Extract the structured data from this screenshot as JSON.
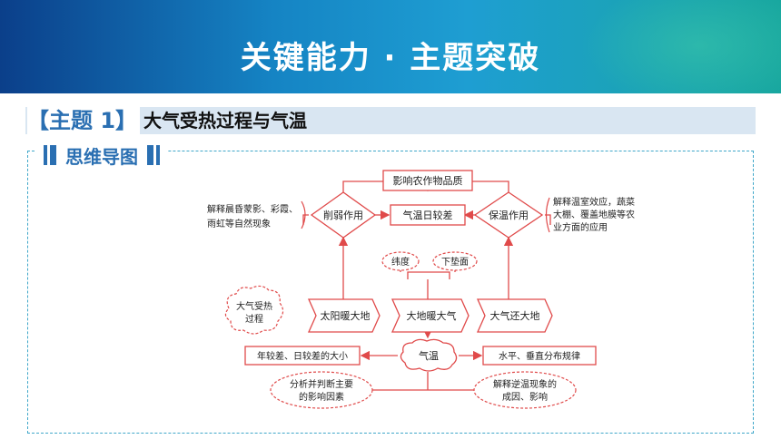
{
  "header": {
    "title": "关键能力 · 主题突破"
  },
  "topic": {
    "tag": "【主题 1】",
    "title": "大气受热过程与气温"
  },
  "section": {
    "label": "思维导图"
  },
  "mindmap": {
    "top": "影响农作物品质",
    "weaken": "削弱作用",
    "daily_range": "气温日较差",
    "keep_warm": "保温作用",
    "weaken_note_1": "解释晨昏蒙影、彩霞、",
    "weaken_note_2": "雨虹等自然现象",
    "keep_note_1": "解释温室效应，蔬菜",
    "keep_note_2": "大棚、覆盖地膜等农",
    "keep_note_3": "业方面的应用",
    "latitude": "纬度",
    "surface": "下垫面",
    "cloud_1": "大气受热",
    "cloud_2": "过程",
    "sun_heats_ground": "太阳暖大地",
    "ground_heats_air": "大地暖大气",
    "air_returns": "大气还大地",
    "left_factor": "年较差、日较差的大小",
    "center": "气温",
    "right_factor": "水平、垂直分布规律",
    "bottom_left_1": "分析并判断主要",
    "bottom_left_2": "的影响因素",
    "bottom_right_1": "解释逆温现象的",
    "bottom_right_2": "成因、影响"
  },
  "colors": {
    "accent": "#2a6fb2",
    "diagram_line": "#e04a4a",
    "panel_border": "#3fa7c9"
  }
}
